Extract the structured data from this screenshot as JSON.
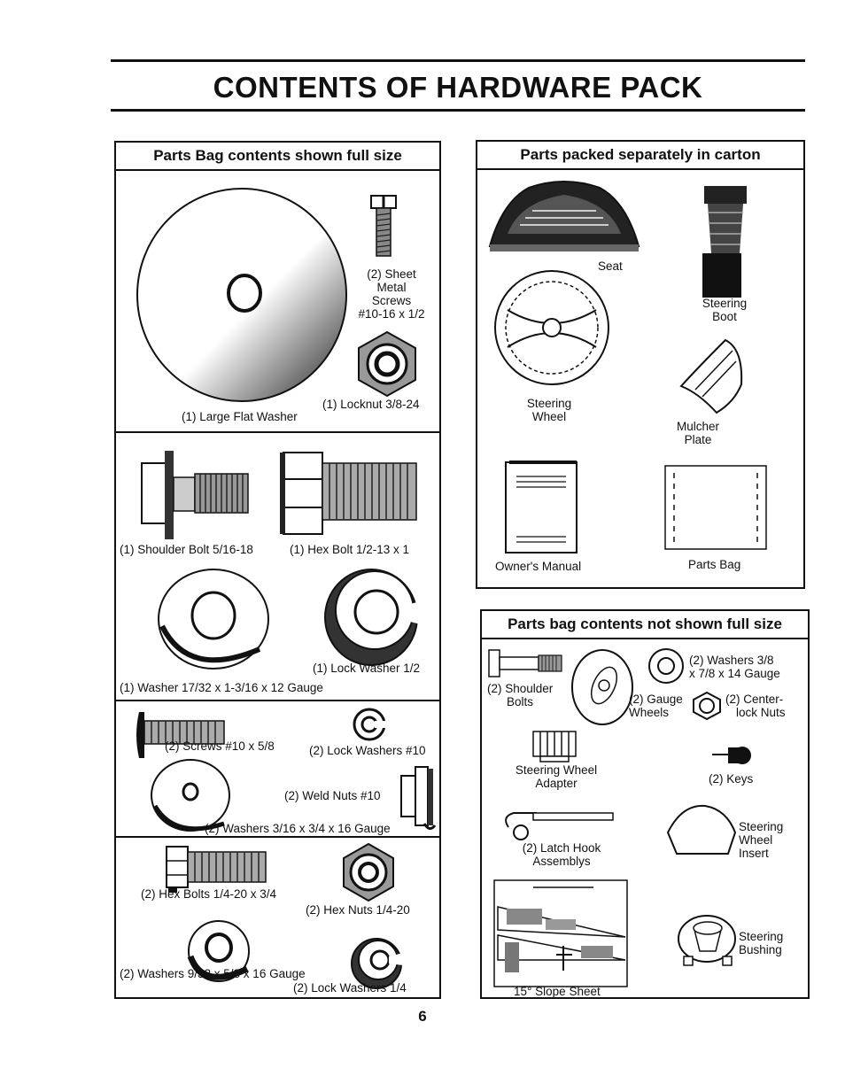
{
  "page": {
    "title": "CONTENTS OF HARDWARE PACK",
    "page_number": "6"
  },
  "left_panel": {
    "heading": "Parts Bag contents shown full size",
    "items": {
      "large_flat_washer": "(1) Large Flat Washer",
      "sheet_metal_screws": [
        "(2) Sheet",
        "Metal",
        "Screws",
        "#10-16 x 1/2"
      ],
      "locknut": "(1) Locknut 3/8-24",
      "shoulder_bolt": "(1) Shoulder Bolt 5/16-18",
      "hex_bolt_half": "(1) Hex Bolt 1/2-13 x 1",
      "lock_washer_half": "(1) Lock Washer 1/2",
      "washer_17_32": "(1) Washer 17/32 x 1-3/16 x 12 Gauge",
      "screws_10": "(2) Screws #10 x 5/8",
      "lock_washers_10": "(2) Lock Washers #10",
      "weld_nuts": "(2) Weld Nuts #10",
      "washers_3_16": "(2) Washers 3/16 x 3/4 x 16 Gauge",
      "hex_bolts_quarter": "(2) Hex Bolts 1/4-20 x 3/4",
      "hex_nuts_quarter": "(2) Hex Nuts 1/4-20",
      "washers_9_32": "(2) Washers 9/32 x 5/8 x 16 Gauge",
      "lock_washers_quarter": "(2) Lock Washers 1/4"
    }
  },
  "carton_panel": {
    "heading": "Parts packed separately in carton",
    "items": {
      "seat": "Seat",
      "steering_boot": [
        "Steering",
        "Boot"
      ],
      "steering_wheel": [
        "Steering",
        "Wheel"
      ],
      "mulcher_plate": [
        "Mulcher",
        "Plate"
      ],
      "owners_manual": "Owner's Manual",
      "parts_bag": "Parts Bag"
    }
  },
  "not_full_panel": {
    "heading": "Parts bag contents not shown full size",
    "items": {
      "shoulder_bolts": [
        "(2) Shoulder",
        "Bolts"
      ],
      "gauge_wheels": [
        "(2) Gauge",
        "Wheels"
      ],
      "washers_3_8": [
        "(2) Washers 3/8",
        "x 7/8 x 14 Gauge"
      ],
      "center_lock_nuts": [
        "(2) Center-",
        "lock Nuts"
      ],
      "steering_wheel_adapter": [
        "Steering Wheel",
        "Adapter"
      ],
      "keys": "(2) Keys",
      "latch_hook": [
        "(2) Latch Hook",
        "Assemblys"
      ],
      "steering_wheel_insert": [
        "Steering",
        "Wheel",
        "Insert"
      ],
      "slope_sheet": "15° Slope Sheet",
      "steering_bushing": [
        "Steering",
        "Bushing"
      ]
    }
  }
}
